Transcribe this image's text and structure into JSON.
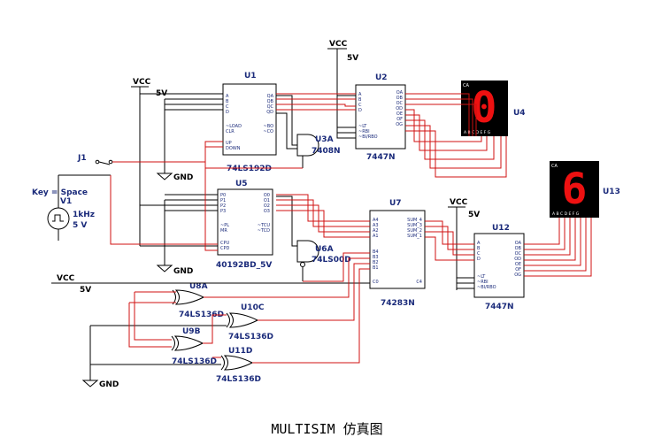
{
  "power": {
    "vcc": "VCC",
    "v5": "5V",
    "gnd": "GND"
  },
  "source": {
    "key": "Key = Space",
    "name": "V1",
    "freq": "1kHz",
    "volt": "5 V"
  },
  "connector": {
    "j1": "J1"
  },
  "chips": {
    "u1": {
      "ref": "U1",
      "part": "74LS192D",
      "left": [
        "A",
        "B",
        "C",
        "D",
        "~LOAD",
        "CLR",
        "UP",
        "DOWN"
      ],
      "right": [
        "QA",
        "QB",
        "QC",
        "QD",
        "~BO",
        "~CO"
      ]
    },
    "u2": {
      "ref": "U2",
      "part": "7447N",
      "left": [
        "A",
        "B",
        "C",
        "D",
        "~LT",
        "~RBI",
        "~BI/RBO"
      ],
      "right": [
        "OA",
        "OB",
        "OC",
        "OD",
        "OE",
        "OF",
        "OG"
      ]
    },
    "u5": {
      "ref": "U5",
      "part": "40192BD_5V",
      "left": [
        "P0",
        "P1",
        "P2",
        "P3",
        "~PL",
        "MR",
        "CPU",
        "CPD"
      ],
      "right": [
        "O0",
        "O1",
        "O2",
        "O3",
        "~TCU",
        "~TCD"
      ]
    },
    "u7": {
      "ref": "U7",
      "part": "74283N",
      "left": [
        "A4",
        "A3",
        "A2",
        "A1",
        "B4",
        "B3",
        "B2",
        "B1",
        "C0"
      ],
      "right": [
        "SUM_4",
        "SUM_3",
        "SUM_2",
        "SUM_1",
        "C4"
      ]
    },
    "u12": {
      "ref": "U12",
      "part": "7447N",
      "left": [
        "A",
        "B",
        "C",
        "D",
        "~LT",
        "~RBI",
        "~BI/RBO"
      ],
      "right": [
        "OA",
        "OB",
        "OC",
        "OD",
        "OE",
        "OF",
        "OG"
      ]
    }
  },
  "gates": {
    "u3a": {
      "ref": "U3A",
      "part": "7408N"
    },
    "u6a": {
      "ref": "U6A",
      "part": "74LS00D"
    },
    "u8a": {
      "ref": "U8A",
      "part": "74LS136D"
    },
    "u10c": {
      "ref": "U10C",
      "part": "74LS136D"
    },
    "u9b": {
      "ref": "U9B",
      "part": "74LS136D"
    },
    "u11d": {
      "ref": "U11D",
      "part": "74LS136D"
    }
  },
  "displays": {
    "u4": {
      "ref": "U4",
      "ca": "CA",
      "pins": "A B C D E F G",
      "digit": "0"
    },
    "u13": {
      "ref": "U13",
      "ca": "CA",
      "pins": "A B C D E F G",
      "digit": "6"
    }
  },
  "caption": "MULTISIM 仿真图"
}
